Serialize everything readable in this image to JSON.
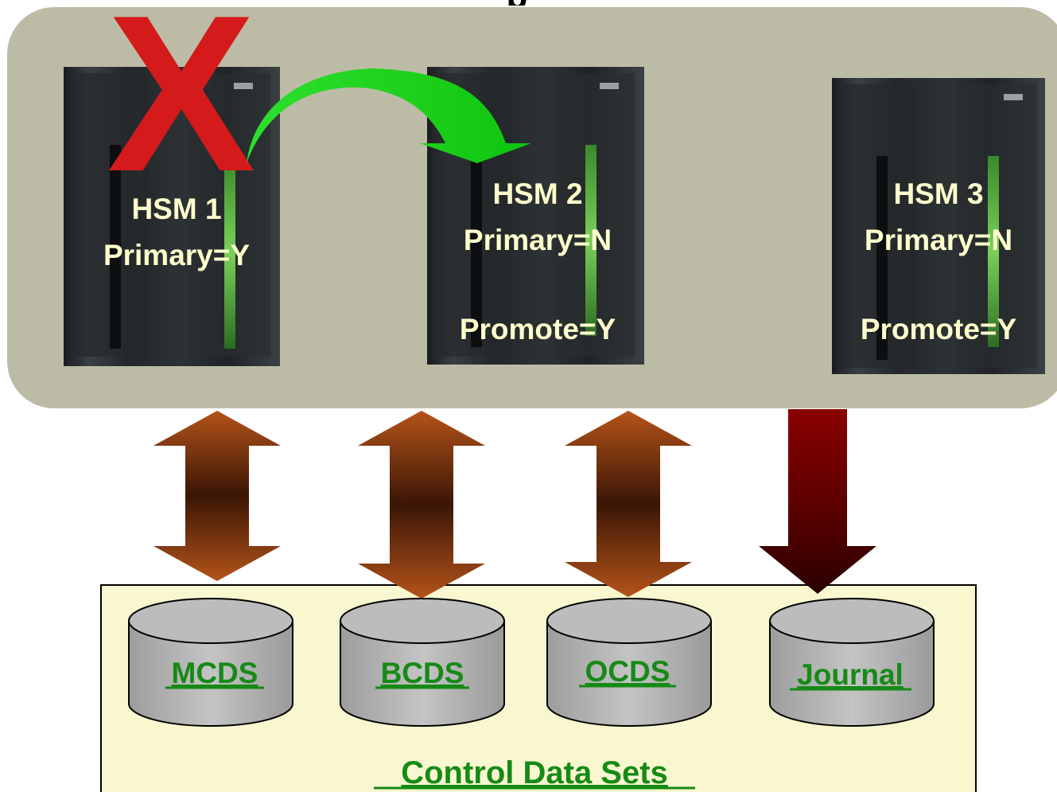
{
  "header": {
    "title_fragment": "p"
  },
  "servers": [
    {
      "name": "HSM 1",
      "primary": "Primary=Y",
      "promote": "",
      "failed": true
    },
    {
      "name": "HSM 2",
      "primary": "Primary=N",
      "promote": "Promote=Y",
      "failed": false
    },
    {
      "name": "HSM 3",
      "primary": "Primary=N",
      "promote": "Promote=Y",
      "failed": false
    }
  ],
  "failure_mark": "X",
  "datasets": [
    {
      "label": "MCDS",
      "access": "read-write"
    },
    {
      "label": "BCDS",
      "access": "read-write"
    },
    {
      "label": "OCDS",
      "access": "read-write"
    },
    {
      "label": "Journal",
      "access": "write-only"
    }
  ],
  "control_label": "Control Data Sets",
  "colors": {
    "sysplex_panel": "#bcbca6",
    "control_panel": "#f9f7cf",
    "server_label": "#ffffcc",
    "dataset_label": "#168a16",
    "failure_x": "#d41a1a",
    "takeover_arrow": "#22dd22",
    "io_arrow": "#8b3a0c",
    "journal_arrow": "#7a0000",
    "cylinder": "#b0b0b0"
  }
}
